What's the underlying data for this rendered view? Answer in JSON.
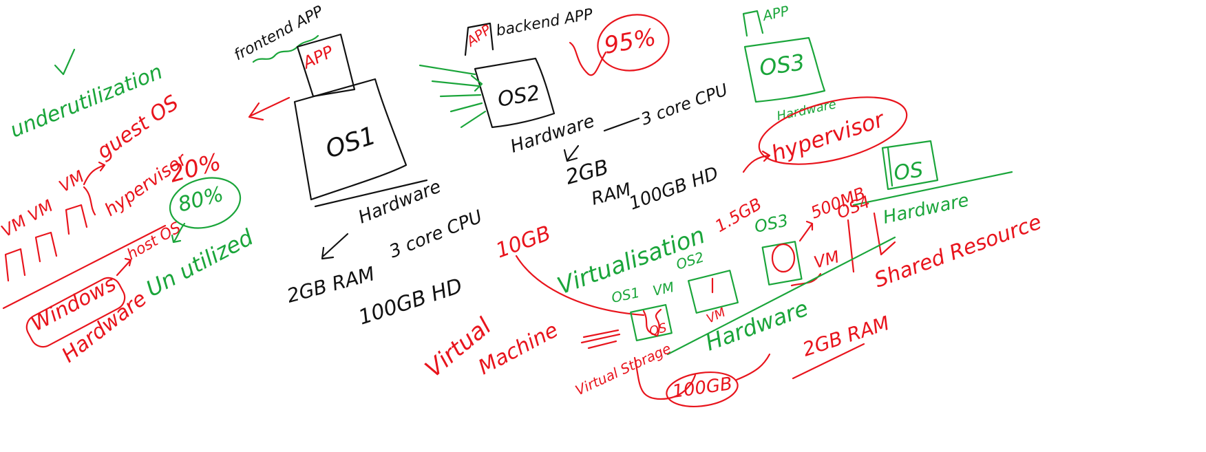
{
  "colors": {
    "red": "#e8141c",
    "green": "#1aa53a",
    "black": "#111111",
    "background": "#ffffff"
  },
  "left": {
    "underutilization": "underutilization",
    "guest_os": "guest OS",
    "vm_vm": "VM VM",
    "vm": "VM",
    "hypervisor": "hypervisor",
    "host_os": "host OS",
    "windows": "Windows",
    "hardware": "Hardware",
    "twenty_pct": "20%",
    "eighty_pct": "80%",
    "unutilized": "Un utilized"
  },
  "center": {
    "frontend_app": "frontend APP",
    "app": "APP",
    "os1": "OS1",
    "hardware": "Hardware",
    "ram": "2GB RAM",
    "cpu": "3 core CPU",
    "hd": "100GB HD"
  },
  "middle": {
    "app": "APP",
    "backend_app": "backend APP",
    "ninety_five_pct": "95%",
    "os2": "OS2",
    "hardware": "Hardware",
    "cpu_label": "3 core CPU",
    "ram_2gb": "2GB",
    "ram_word": "RAM",
    "hd": "100GB HD"
  },
  "right": {
    "app": "APP",
    "os3": "OS3",
    "hardware": "Hardware",
    "hypervisor": "hypervisor",
    "os": "OS",
    "hardware_2": "Hardware",
    "shared_resource": "Shared Resource",
    "ram": "2GB RAM"
  },
  "bottom": {
    "ten_gb": "10GB",
    "virtualisation": "Virtualisation",
    "one_five_gb": "1.5GB",
    "five_hundred_mb": "500MB",
    "os1": "OS1",
    "vm": "VM",
    "os2": "OS2",
    "os3": "OS3",
    "os4": "OS4",
    "vm_2": "VM",
    "vm_3": "VM",
    "os_small": "OS",
    "virtual_machine_1": "Virtual",
    "virtual_machine_2": "Machine",
    "virtual_storage": "Virtual Storage",
    "hardware": "Hardware",
    "hundred_gb": "100GB"
  }
}
